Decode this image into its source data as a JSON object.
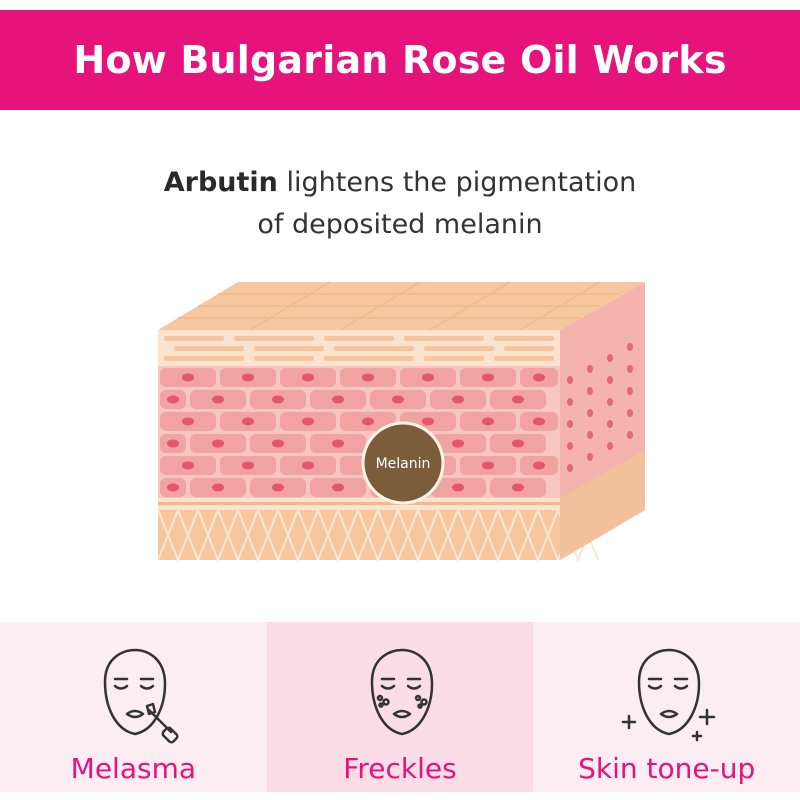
{
  "header": {
    "title": "How Bulgarian Rose Oil Works"
  },
  "subtitle": {
    "bold": "Arbutin",
    "line1_rest": " lightens the pigmentation",
    "line2": "of deposited melanin"
  },
  "diagram": {
    "melanin_label": "Melanin"
  },
  "conditions": [
    {
      "label": "Melasma",
      "icon": "face-dropper-icon"
    },
    {
      "label": "Freckles",
      "icon": "face-freckles-icon"
    },
    {
      "label": "Skin tone-up",
      "icon": "face-sparkle-icon"
    }
  ],
  "colors": {
    "accent": "#e5137a",
    "tile_light": "#fcedf2",
    "tile_mid": "#fbdde8",
    "skin_top": "#f6c79e",
    "skin_cells": "#f0a3a0",
    "melanin": "#7b5d3b"
  }
}
